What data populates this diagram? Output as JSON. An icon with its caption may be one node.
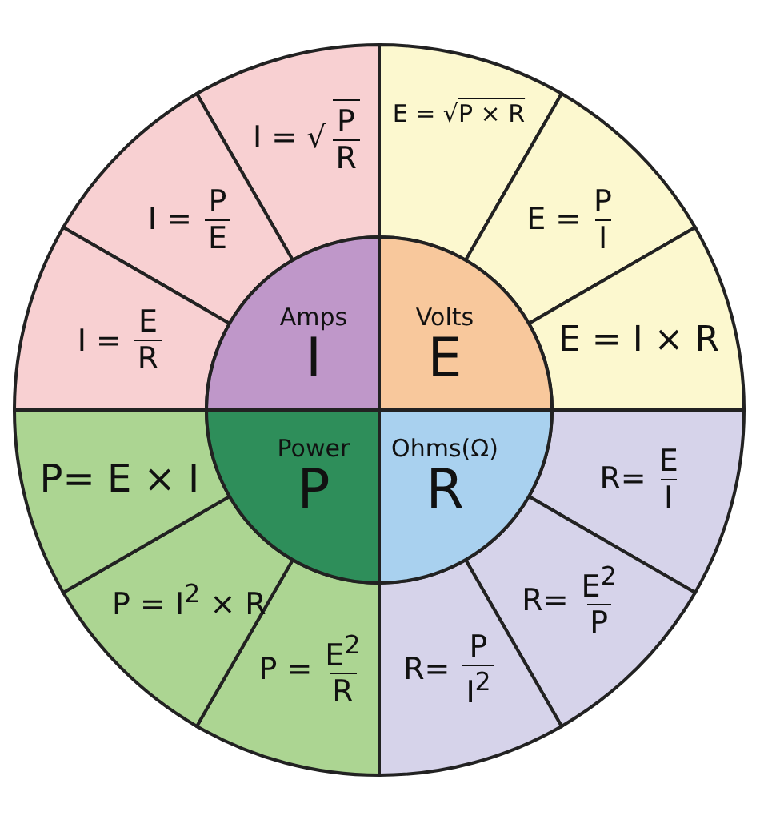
{
  "diagram": {
    "nodes": [
      {
        "text": [
          "Amps",
          "I"
        ]
      },
      {
        "text": [
          "Volts",
          "E"
        ]
      },
      {
        "text": [
          "Ohms(Ω)",
          "R"
        ]
      },
      {
        "text": [
          "Power",
          "P"
        ]
      },
      {
        "text": [
          "I = √",
          "P",
          "R"
        ]
      },
      {
        "text": [
          "I =",
          "P",
          "E"
        ]
      },
      {
        "text": [
          "I =",
          "E",
          "R"
        ]
      },
      {
        "text": [
          "E = √P × R"
        ]
      },
      {
        "text": [
          "E =",
          "P",
          "I"
        ]
      },
      {
        "text": [
          "E = I × R"
        ]
      },
      {
        "text": [
          "R=",
          "E",
          "I"
        ]
      },
      {
        "text": [
          "R=",
          "E$^{2}$",
          "P"
        ]
      },
      {
        "text": [
          "R=",
          "P",
          "I$^{2}$"
        ]
      },
      {
        "text": [
          "P =",
          "E$^{2}$",
          "R"
        ]
      },
      {
        "text": [
          "P = I$^{2}$ × R"
        ]
      },
      {
        "text": [
          "P= E × I"
        ]
      }
    ]
  }
}
